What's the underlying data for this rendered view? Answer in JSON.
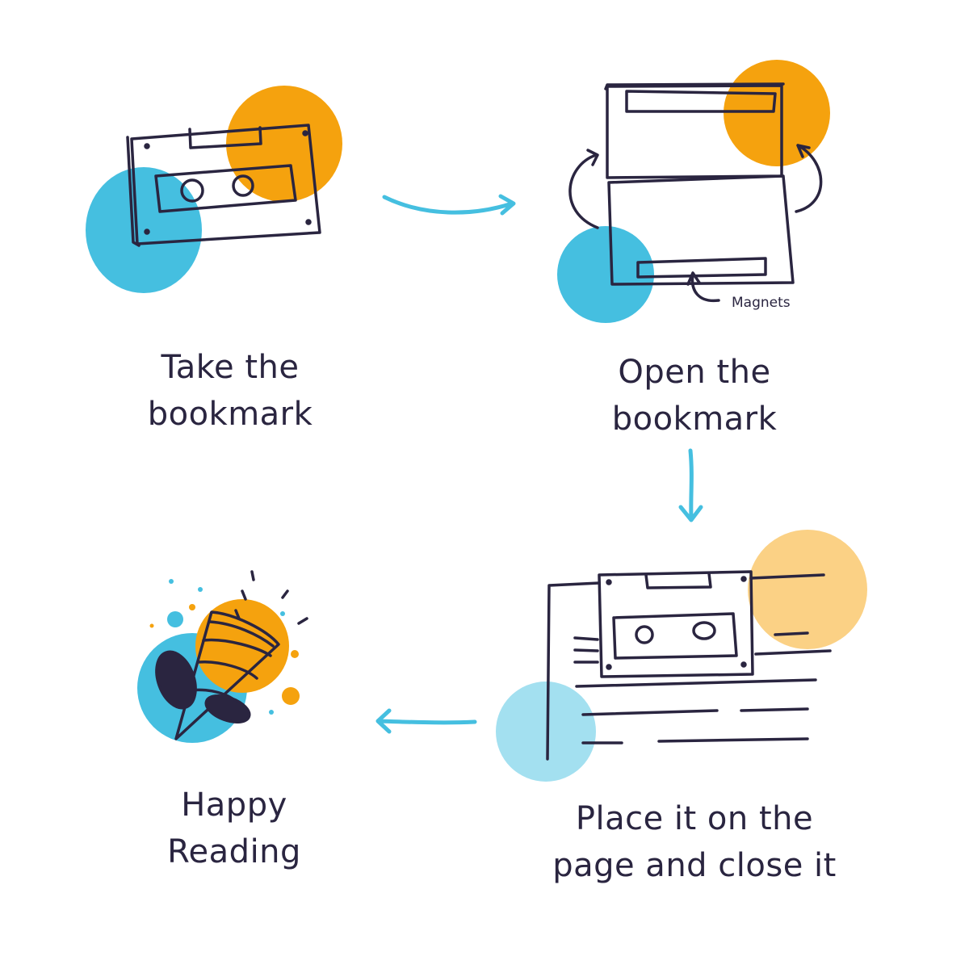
{
  "steps": [
    {
      "line1": "Take the",
      "line2": "bookmark"
    },
    {
      "line1": "Open the",
      "line2": "bookmark"
    },
    {
      "line1": "Place it on the",
      "line2": "page and close it"
    },
    {
      "line1": "Happy",
      "line2": "Reading"
    }
  ],
  "annotations": {
    "magnets": "Magnets"
  },
  "colors": {
    "ink": "#2a2540",
    "orange": "#f5a20e",
    "blue": "#45bfe0",
    "light_orange": "#fbd185",
    "light_blue": "#a3e0f0",
    "arrow": "#45bfe0"
  }
}
